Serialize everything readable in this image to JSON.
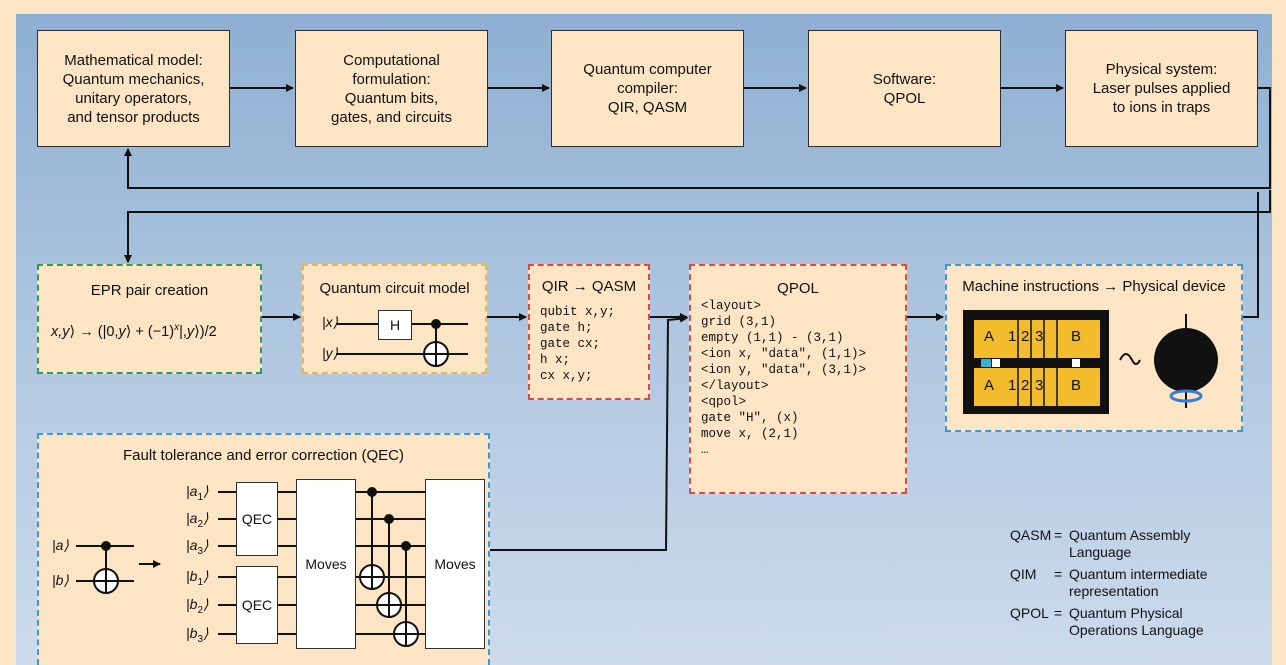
{
  "top_row": [
    "Mathematical model:\nQuantum mechanics,\nunitary operators,\nand tensor products",
    "Computational\nformulation:\nQuantum bits,\ngates, and circuits",
    "Quantum computer\ncompiler:\nQIR, QASM",
    "Software:\nQPOL",
    "Physical system:\nLaser pulses applied\nto ions in traps"
  ],
  "epr": {
    "title": "EPR pair creation",
    "formula": "x,y⟩ → (|0,y⟩ + (−1)^x|,y⟩)/2"
  },
  "circuit": {
    "title": "Quantum circuit model",
    "q1": "|x⟩",
    "q2": "|y⟩",
    "gate": "H"
  },
  "qir": {
    "title": "QIR → QASM",
    "code": "qubit x,y;\ngate h;\ngate cx;\nh x;\ncx x,y;"
  },
  "qpol": {
    "title": "QPOL",
    "code": "<layout>\ngrid (3,1)\nempty (1,1) - (3,1)\n<ion x, \"data\", (1,1)>\n<ion y, \"data\", (3,1)>\n</layout>\n<qpol>\ngate \"H\", (x)\nmove x, (2,1)\n…"
  },
  "machine": {
    "title": "Machine instructions → Physical device",
    "cells": [
      "A",
      "1",
      "2",
      "3",
      "B"
    ]
  },
  "fault": {
    "title": "Fault tolerance and error correction (QEC)",
    "inputs": [
      "|a⟩",
      "|b⟩"
    ],
    "qubits": [
      "|a1⟩",
      "|a2⟩",
      "|a3⟩",
      "|b1⟩",
      "|b2⟩",
      "|b3⟩"
    ],
    "qec": "QEC",
    "moves": "Moves"
  },
  "glossary": [
    {
      "abbr": "QASM",
      "def": "Quantum Assembly\nLanguage"
    },
    {
      "abbr": "QIM",
      "def": "Quantum intermediate\nrepresentation"
    },
    {
      "abbr": "QPOL",
      "def": "Quantum Physical\nOperations Language"
    }
  ],
  "colors": {
    "epr_border": "#2e9a5e",
    "circuit_border": "#e8b84a",
    "qir_border": "#d94a4a",
    "qpol_border": "#d94a4a",
    "machine_border": "#3a9ad6",
    "fault_border": "#3a9ad6"
  }
}
